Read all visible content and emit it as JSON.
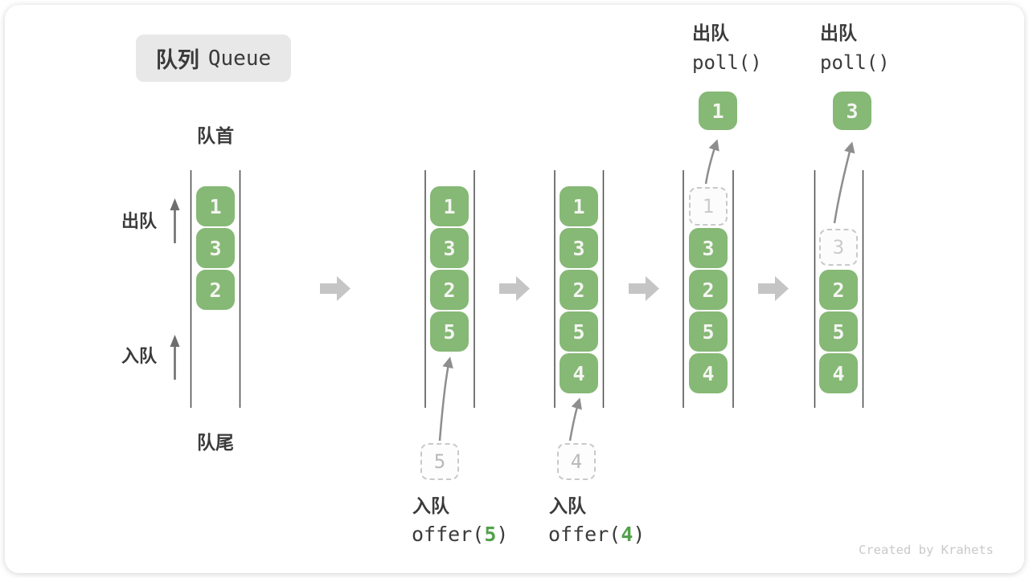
{
  "title": {
    "zh": "队列",
    "en": "Queue"
  },
  "front_label": "队首",
  "rear_label": "队尾",
  "side": {
    "dequeue": "出队",
    "enqueue": "入队"
  },
  "states": [
    {
      "cells": [
        "1",
        "3",
        "2"
      ]
    },
    {
      "cells": [
        "1",
        "3",
        "2",
        "5"
      ],
      "pending": "5",
      "op_zh": "入队",
      "op_pre": "offer(",
      "op_arg": "5",
      "op_post": ")"
    },
    {
      "cells": [
        "1",
        "3",
        "2",
        "5",
        "4"
      ],
      "pending": "4",
      "op_zh": "入队",
      "op_pre": "offer(",
      "op_arg": "4",
      "op_post": ")"
    },
    {
      "cells": [
        "3",
        "2",
        "5",
        "4"
      ],
      "removed": "1",
      "op_zh": "出队",
      "op_code": "poll()"
    },
    {
      "cells": [
        "2",
        "5",
        "4"
      ],
      "removed": "3",
      "op_zh": "出队",
      "op_code": "poll()"
    }
  ],
  "watermark": "Created by Krahets",
  "colors": {
    "cell_green": "#86b876",
    "arg_green": "#52a14a",
    "badge_bg": "#e8e8e8",
    "block_arrow": "#c5c5c5",
    "wall_line": "#4a4a4a",
    "text_dark": "#3b3b3b",
    "muted_gray": "#bdbdbd"
  }
}
